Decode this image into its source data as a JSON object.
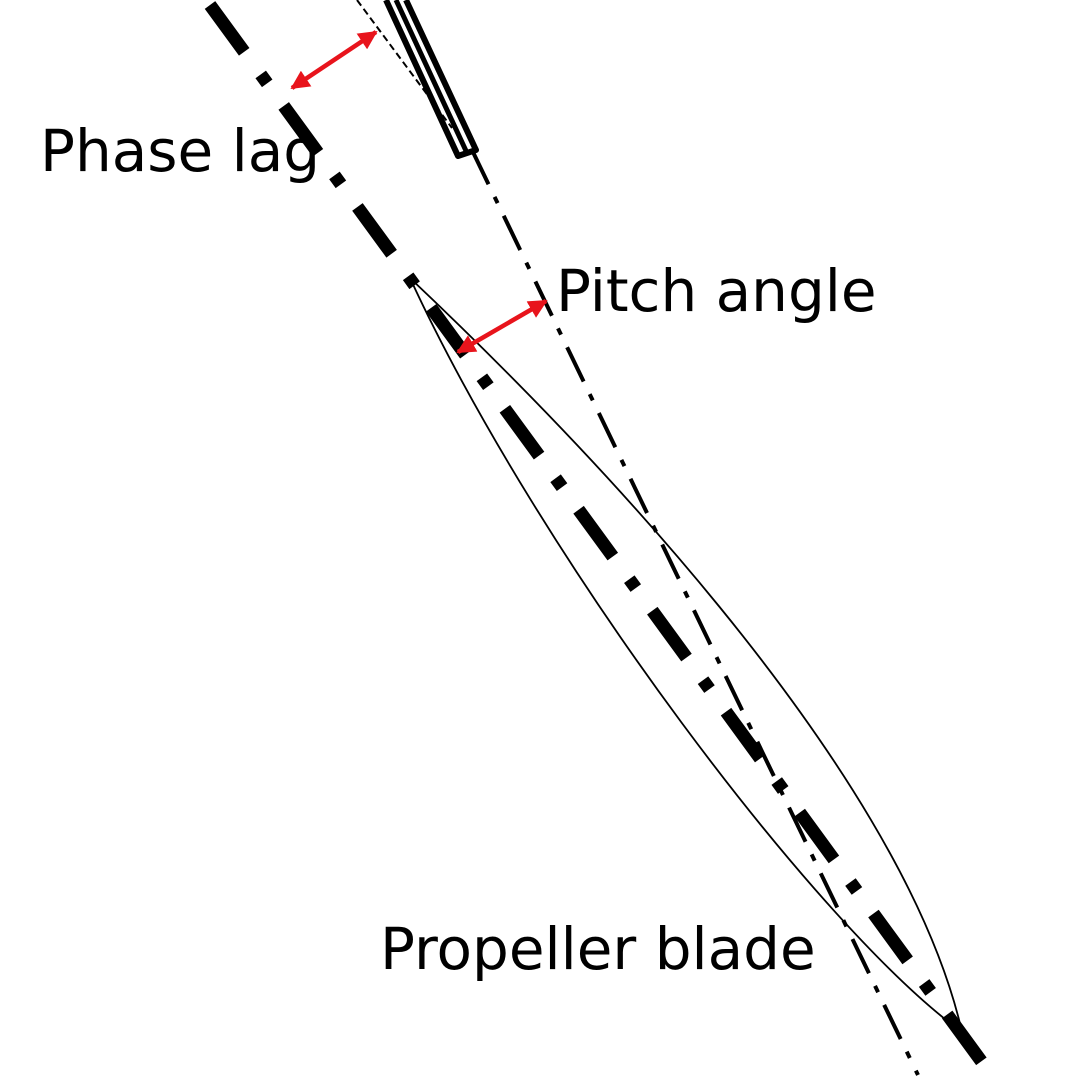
{
  "labels": {
    "phase_lag": "Phase lag",
    "pitch_angle": "Pitch angle",
    "propeller_blade": "Propeller blade"
  },
  "colors": {
    "line": "#000000",
    "arrow": "#e8141c",
    "background": "#ffffff"
  }
}
